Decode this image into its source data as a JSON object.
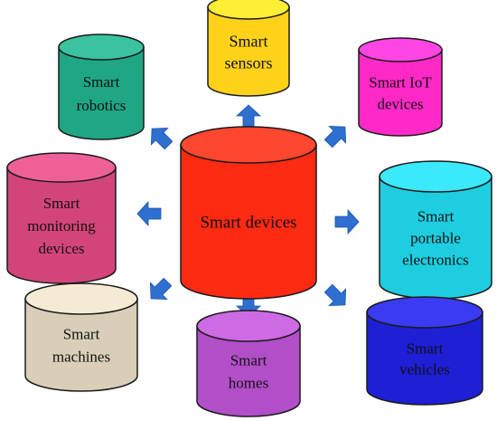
{
  "center": {
    "label": "Smart devices",
    "color": "#ff2a12"
  },
  "nodes": [
    {
      "id": "sensors",
      "lines": [
        "Smart",
        "sensors"
      ],
      "color": "#ffd21a"
    },
    {
      "id": "iot",
      "lines": [
        "Smart IoT",
        "devices"
      ],
      "color": "#ff29c8"
    },
    {
      "id": "portable",
      "lines": [
        "Smart",
        "portable",
        "electronics"
      ],
      "color": "#1fcde0"
    },
    {
      "id": "vehicles",
      "lines": [
        "Smart",
        "vehicles"
      ],
      "color": "#1f1fd6"
    },
    {
      "id": "homes",
      "lines": [
        "Smart",
        "homes"
      ],
      "color": "#b24ec8"
    },
    {
      "id": "machines",
      "lines": [
        "Smart",
        "machines"
      ],
      "color": "#d9cfb8"
    },
    {
      "id": "monitoring",
      "lines": [
        "Smart",
        "monitoring",
        "devices"
      ],
      "color": "#d3457a"
    },
    {
      "id": "robotics",
      "lines": [
        "Smart",
        "robotics"
      ],
      "color": "#1fa683"
    }
  ],
  "arrow_color": "#2f6fcf",
  "outline_color": "#1a1a1a"
}
